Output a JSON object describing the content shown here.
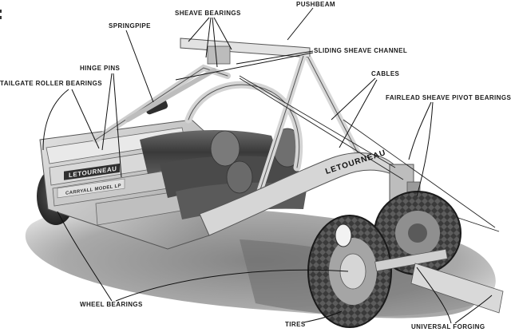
{
  "labels": {
    "pushbeam": "PUSHBEAM",
    "sheave_bearings": "SHEAVE BEARINGS",
    "springpipe": "SPRINGPIPE",
    "sliding_sheave_channel": "SLIDING SHEAVE CHANNEL",
    "hinge_pins": "HINGE PINS",
    "cables": "CABLES",
    "tailgate_roller_bearings": "TAILGATE ROLLER BEARINGS",
    "fairlead_sheave_pivot_bearings": "FAIRLEAD SHEAVE PIVOT BEARINGS",
    "wheel_bearings": "WHEEL BEARINGS",
    "tires": "TIRES",
    "universal_forging": "UNIVERSAL FORGING"
  },
  "machine_markings": {
    "brand_side": "LETOURNEAU",
    "brand_rear": "LETOURNEAU",
    "model_plate": "CARRYALL MODEL LP"
  },
  "colors": {
    "background": "#ffffff",
    "ground_shadow": "#8e8e8e",
    "machine_light": "#cfcfcf",
    "machine_dark": "#3a3a3a",
    "tire": "#2b2b2b",
    "leader_line": "#111111"
  }
}
